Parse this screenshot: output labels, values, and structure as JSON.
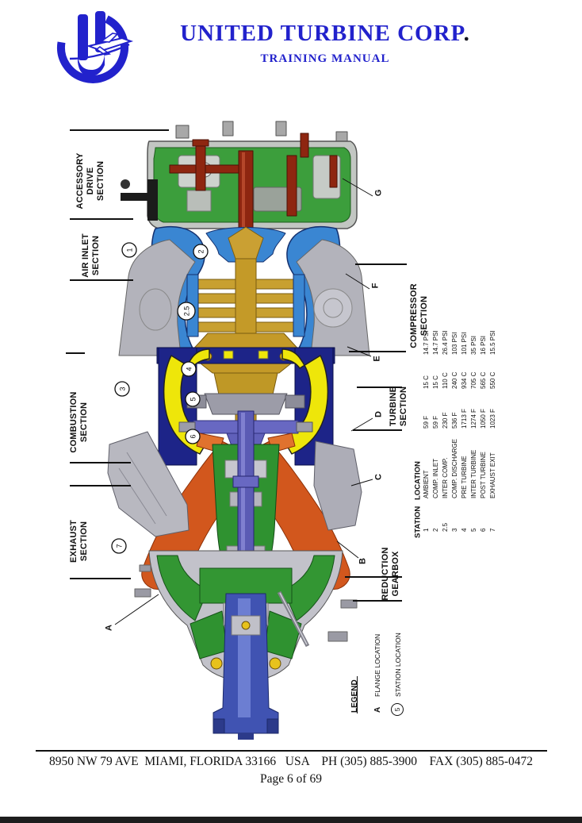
{
  "header": {
    "brand": "UNITED TURBINE CORP",
    "brand_period": ".",
    "subtitle": "TRAINING MANUAL",
    "brand_color": "#2222cc"
  },
  "figure": {
    "sections_left": [
      {
        "id": "accessory-drive",
        "lines": [
          "ACCESSORY",
          "DRIVE",
          "SECTION"
        ]
      },
      {
        "id": "air-inlet",
        "lines": [
          "AIR INLET",
          "SECTION"
        ]
      },
      {
        "id": "combustion",
        "lines": [
          "COMBUSTION",
          "SECTION"
        ]
      },
      {
        "id": "exhaust",
        "lines": [
          "EXHAUST",
          "SECTION"
        ]
      }
    ],
    "sections_right": [
      {
        "id": "compressor",
        "lines": [
          "COMPRESSOR",
          "SECTION"
        ]
      },
      {
        "id": "turbine",
        "lines": [
          "TURBINE",
          "SECTION"
        ]
      },
      {
        "id": "reduction-gearbox",
        "lines": [
          "REDUCTION",
          "GEARBOX"
        ]
      }
    ],
    "stations": [
      "1",
      "2",
      "2.5",
      "3",
      "4",
      "5",
      "6",
      "7"
    ],
    "flanges": [
      "A",
      "B",
      "C",
      "D",
      "E",
      "F",
      "G"
    ],
    "legend": {
      "title": "LEGEND",
      "flange_symbol": "A",
      "flange_label": "FLANGE LOCATION",
      "station_symbol": "5",
      "station_label": "STATION LOCATION"
    },
    "palette": {
      "case_green": "#3c9e3c",
      "inlet_blue": "#3a86d2",
      "rotor_gold": "#c49a28",
      "case_navy": "#1d2488",
      "combustor_yellow": "#eee60a",
      "exhaust_orange": "#d2571d",
      "shaft_purple": "#5b5bb4",
      "prop_blue": "#4053b2",
      "shaft_red": "#8e2610"
    }
  },
  "table": {
    "headers": {
      "station": "STATION",
      "location": "LOCATION"
    },
    "rows": [
      {
        "station": "1",
        "location": "AMBIENT",
        "temp_f": "59 F",
        "temp_c": "15 C",
        "pressure": "14.7 PSI"
      },
      {
        "station": "2",
        "location": "COMP. INLET",
        "temp_f": "59 F",
        "temp_c": "15 C",
        "pressure": "14.7 PSI"
      },
      {
        "station": "2.5",
        "location": "INTER COMP.",
        "temp_f": "230 F",
        "temp_c": "110 C",
        "pressure": "26.4 PSI"
      },
      {
        "station": "3",
        "location": "COMP. DISCHARGE",
        "temp_f": "536 F",
        "temp_c": "240 C",
        "pressure": "103 PSI"
      },
      {
        "station": "4",
        "location": "PRE TURBINE",
        "temp_f": "1713 F",
        "temp_c": "934 C",
        "pressure": "101 PSI"
      },
      {
        "station": "5",
        "location": "INTER TURBINE",
        "temp_f": "1274 F",
        "temp_c": "705 C",
        "pressure": "35 PSI"
      },
      {
        "station": "6",
        "location": "POST TURBINE",
        "temp_f": "1050 F",
        "temp_c": "565 C",
        "pressure": "16 PSI"
      },
      {
        "station": "7",
        "location": "EXHAUST EXIT",
        "temp_f": "1023 F",
        "temp_c": "550 C",
        "pressure": "15.5 PSI"
      }
    ]
  },
  "footer": {
    "address": "8950 NW 79 AVE  MIAMI, FLORIDA 33166   USA    PH (305) 885-3900    FAX (305) 885-0472",
    "page": "Page 6 of 69"
  }
}
